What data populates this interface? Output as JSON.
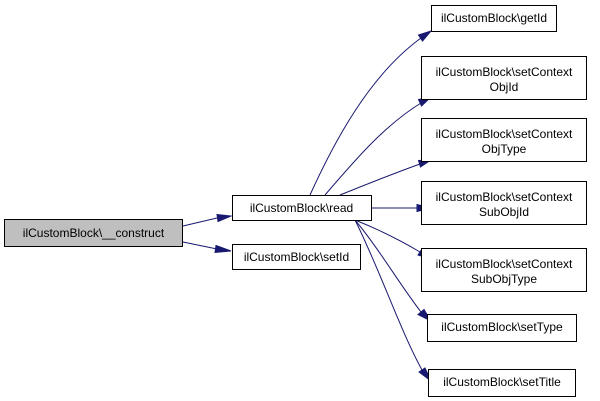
{
  "diagram": {
    "root": {
      "label": "ilCustomBlock\\__construct"
    },
    "nodes": {
      "read": [
        "ilCustomBlock\\read"
      ],
      "setId": [
        "ilCustomBlock\\setId"
      ],
      "getId": [
        "ilCustomBlock\\getId"
      ],
      "setContextObjId": [
        "ilCustomBlock\\setContext",
        "ObjId"
      ],
      "setContextObjType": [
        "ilCustomBlock\\setContext",
        "ObjType"
      ],
      "setContextSubObjId": [
        "ilCustomBlock\\setContext",
        "SubObjId"
      ],
      "setContextSubObjType": [
        "ilCustomBlock\\setContext",
        "SubObjType"
      ],
      "setType": [
        "ilCustomBlock\\setType"
      ],
      "setTitle": [
        "ilCustomBlock\\setTitle"
      ]
    },
    "colors": {
      "edge": "#191970",
      "root_fill": "#bfbfbf",
      "node_fill": "#ffffff",
      "border": "#000000"
    }
  }
}
